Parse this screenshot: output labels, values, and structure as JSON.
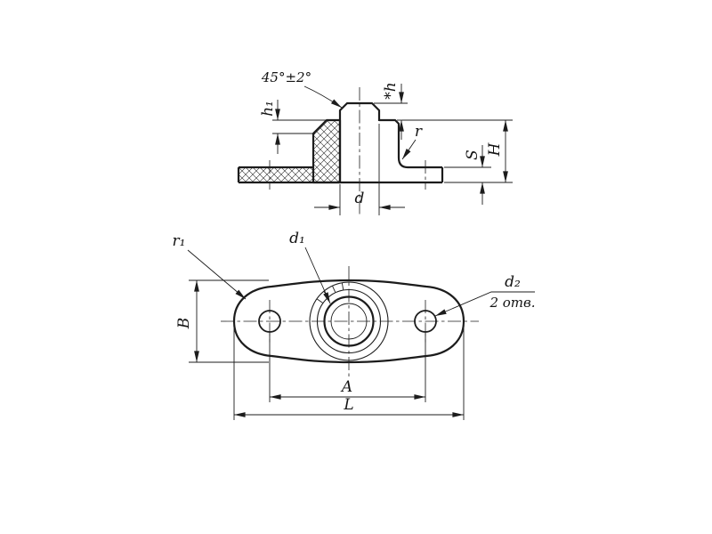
{
  "section_view": {
    "labels": {
      "chamfer_angle": "45°±2°",
      "rubber_height": "h₁",
      "sleeve_protrusion": "*h",
      "fillet_radius": "r",
      "plate_thickness": "S",
      "total_height": "H",
      "bore_diameter": "d"
    }
  },
  "plan_view": {
    "labels": {
      "end_radius": "r₁",
      "boss_diameter": "d₁",
      "hole_diameter": "d₂",
      "hole_count_note": "2 отв.",
      "plate_width": "B",
      "hole_spacing": "A",
      "plate_length": "L"
    }
  }
}
